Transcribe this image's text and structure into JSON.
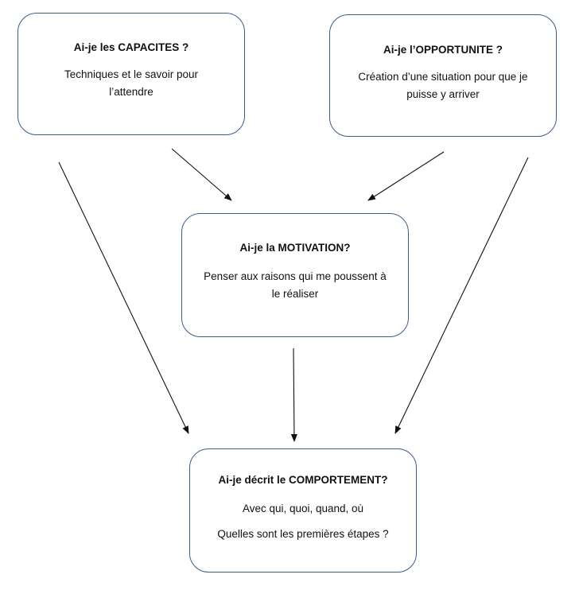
{
  "capacites": {
    "title": "Ai-je les CAPACITES ?",
    "line1": "Techniques et le savoir pour",
    "line2": "l’attendre"
  },
  "opportunite": {
    "title": "Ai-je l’OPPORTUNITE ?",
    "line1": "Création d’une situation pour que je",
    "line2": "puisse y arriver"
  },
  "motivation": {
    "title": "Ai-je la MOTIVATION?",
    "line1": "Penser aux raisons qui me poussent à",
    "line2": "le réaliser"
  },
  "comportement": {
    "title": "Ai-je décrit le COMPORTEMENT?",
    "line1": "Avec qui, quoi, quand, où",
    "line2": "Quelles sont les premières étapes ?"
  },
  "colors": {
    "box_border": "#3e5a86",
    "arrow": "#111111"
  }
}
